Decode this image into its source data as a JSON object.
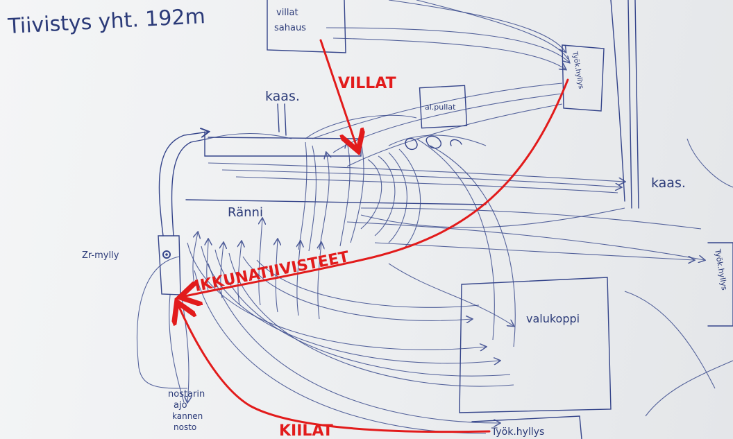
{
  "title": "Tiivistys yht. 192m",
  "places": {
    "villat_sahaus": [
      "villat",
      "sahaus"
    ],
    "kaas_top": "kaas.",
    "al_pullat": "al.pullat",
    "kaas_right": "kaas.",
    "ranni": "Ränni",
    "zr_mylly": "Zr-mylly",
    "valukoppi": "valukoppi",
    "bottom_note": [
      "nostarin",
      "ajo",
      "kannen",
      "nosto"
    ],
    "tyok_hyllys": "Työk.hyllys"
  },
  "flows": {
    "villat": "VILLAT",
    "ikkunatiivisteet": "IKKUNATIIVISTEET",
    "kiilat": "KIILAT"
  },
  "colors": {
    "ink": "#2b3a78",
    "red": "#e21b1b",
    "paper": "#eceef0"
  }
}
